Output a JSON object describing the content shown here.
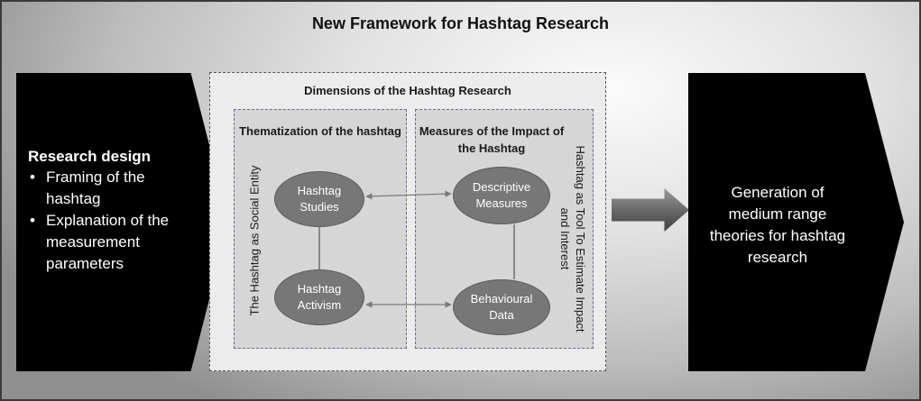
{
  "title": "New Framework for Hashtag Research",
  "left_panel": {
    "heading": "Research design",
    "bullets": [
      "Framing of the hashtag",
      "Explanation of the measurement parameters"
    ]
  },
  "right_panel": {
    "text": "Generation of medium range theories for hashtag research"
  },
  "dimensions": {
    "title": "Dimensions of the Hashtag Research",
    "left_column": {
      "title": "Thematization of the hashtag",
      "vertical_label": "The  Hashtag as Social Entity",
      "nodes": [
        "Hashtag Studies",
        "Hashtag Activism"
      ]
    },
    "right_column": {
      "title": "Measures of the Impact of the Hashtag",
      "vertical_label": "Hashtag as Tool To Estimate Impact and Interest",
      "nodes": [
        "Descriptive Measures",
        "Behavioural Data"
      ]
    }
  },
  "colors": {
    "black_shape": "#000000",
    "node_fill": "#777777",
    "panel_fill": "#d6d6d6",
    "frame_fill": "#ececec"
  }
}
